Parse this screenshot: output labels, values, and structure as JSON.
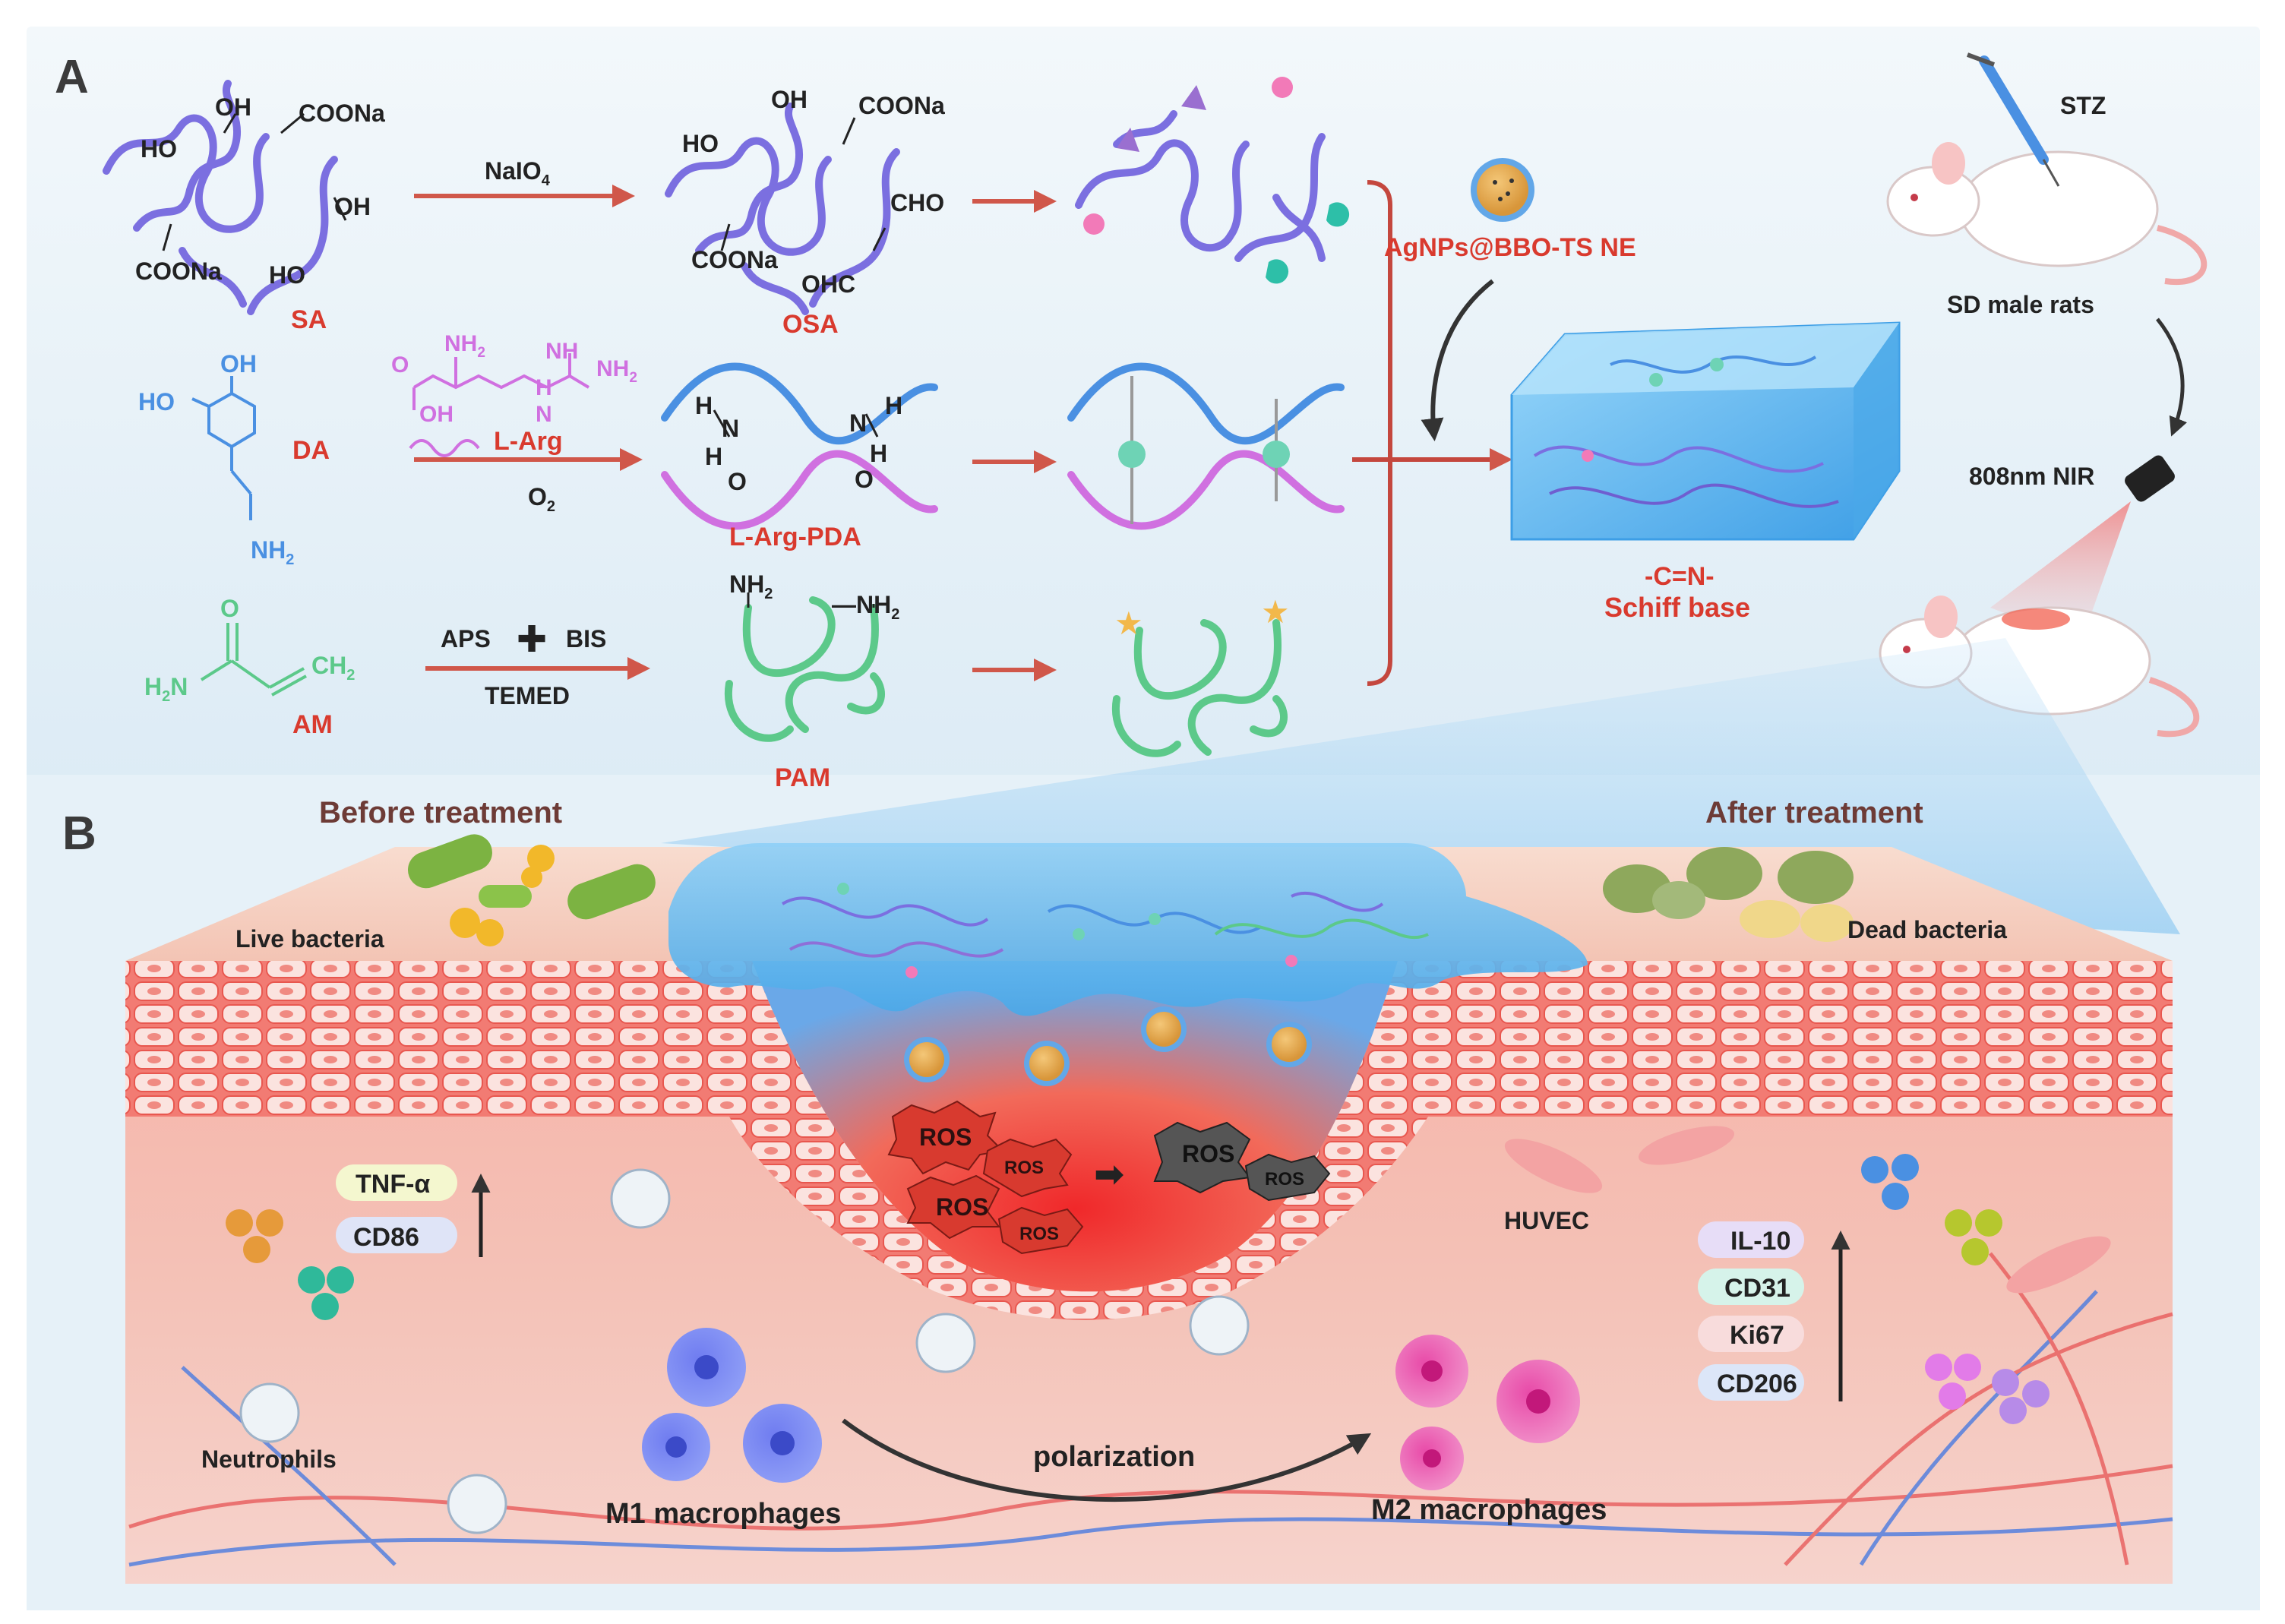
{
  "panels": {
    "a": "A",
    "b": "B"
  },
  "synthesis": {
    "sa": {
      "name": "SA",
      "oh1": "OH",
      "ho1": "HO",
      "coona1": "COONa",
      "oh2": "OH",
      "ho2": "HO",
      "coona2": "COONa"
    },
    "oxidant": "NaIO",
    "oxidant_sub": "4",
    "osa": {
      "name": "OSA",
      "oh": "OH",
      "ho": "HO",
      "coona1": "COONa",
      "cho": "CHO",
      "coona2": "COONa",
      "ohc": "OHC"
    },
    "da": {
      "name": "DA",
      "oh": "OH",
      "ho": "HO",
      "nh2": "NH",
      "sub": "2"
    },
    "larg": {
      "name": "L-Arg",
      "nh2a": "NH",
      "nh": "NH",
      "nh2b": "NH",
      "oh": "OH",
      "o": "O",
      "h": "H",
      "n": "N",
      "sub": "2"
    },
    "oxygen": "O",
    "oxygen_sub": "2",
    "larg_pda": {
      "name": "L-Arg-PDA",
      "h": "H",
      "n": "N",
      "o": "O"
    },
    "am": {
      "name": "AM",
      "o": "O",
      "h2n": "H",
      "n": "N",
      "ch2": "CH",
      "sub": "2"
    },
    "aps": "APS",
    "bis": "BIS",
    "temed": "TEMED",
    "pam": {
      "name": "PAM",
      "nh2a": "NH",
      "nh2b": "—NH",
      "sub": "2"
    },
    "nanoemulsion": "AgNPs@BBO-TS NE",
    "schiff_bond": "-C=N-",
    "schiff_base": "Schiff base",
    "stz": "STZ",
    "rats": "SD male rats",
    "nir": "808nm NIR"
  },
  "wound": {
    "before": "Before treatment",
    "after": "After treatment",
    "live_bacteria": "Live bacteria",
    "dead_bacteria": "Dead bacteria",
    "ros": "ROS",
    "huvec": "HUVEC",
    "neutrophils": "Neutrophils",
    "m1": "M1 macrophages",
    "m2": "M2 macrophages",
    "polarization": "polarization",
    "markers_up_left": [
      "TNF-α",
      "CD86"
    ],
    "markers_up_right": [
      "IL-10",
      "CD31",
      "Ki67",
      "CD206"
    ]
  },
  "colors": {
    "label_red": "#d93a2e",
    "polymer_purple": "#7b6fe0",
    "polymer_blue": "#4a90e2",
    "polymer_green": "#5cc98a",
    "larg_pink": "#d070e0",
    "tissue_red": "#f28a7e",
    "hydrogel_blue": "#5fb8f0"
  }
}
